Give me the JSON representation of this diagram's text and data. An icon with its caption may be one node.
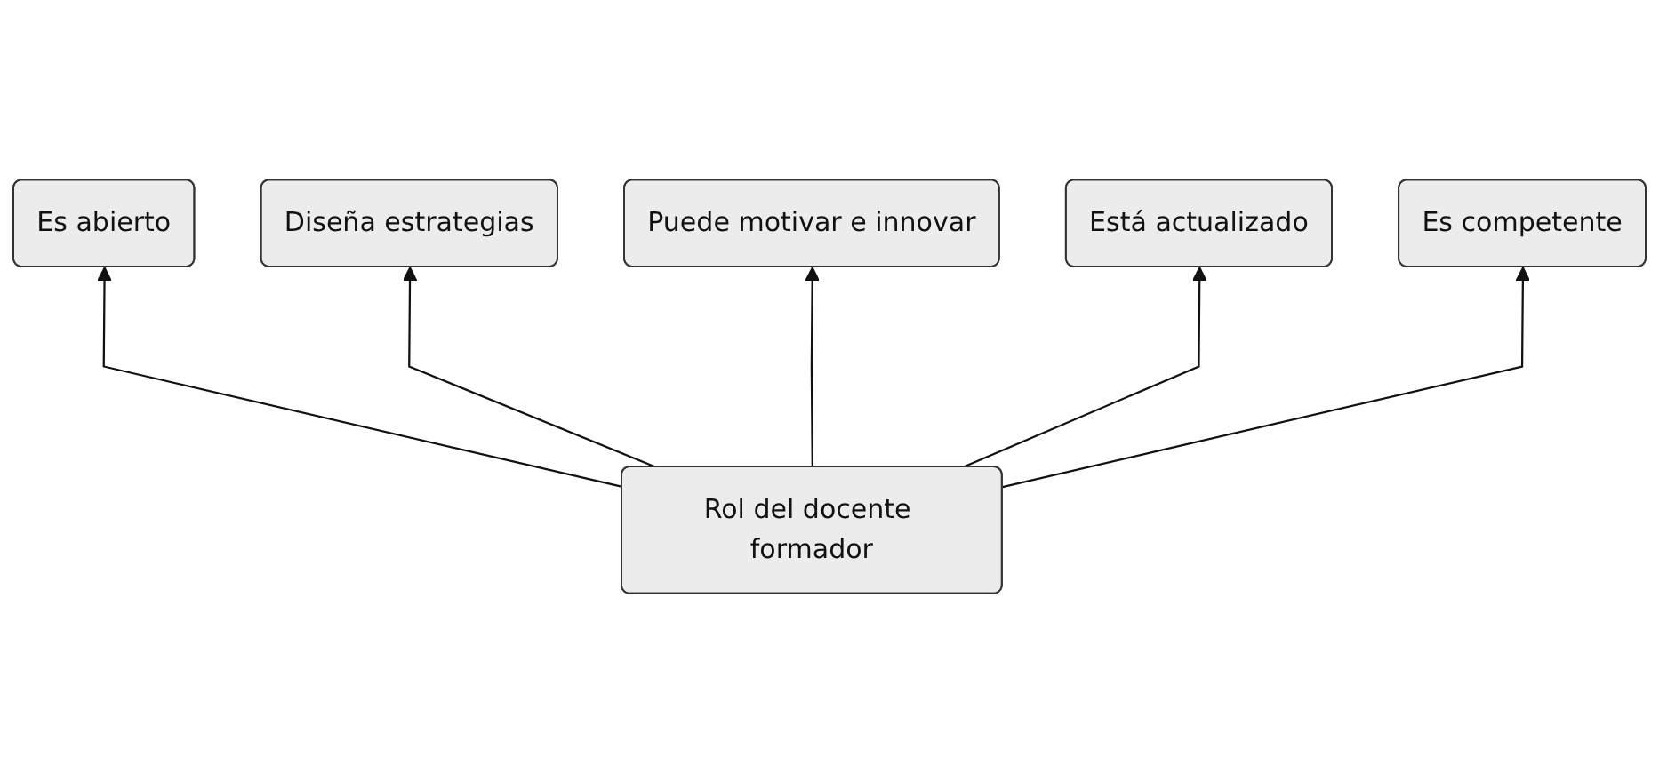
{
  "diagram": {
    "nodes": [
      {
        "text": [
          "Puede motivar e innovar"
        ]
      },
      {
        "text": [
          "Diseña estrategias"
        ]
      },
      {
        "text": [
          "Está actualizado"
        ]
      },
      {
        "text": [
          "Es abierto"
        ]
      },
      {
        "text": [
          "Es competente"
        ]
      },
      {
        "text": [
          "Rol del docente formador"
        ]
      }
    ],
    "edges": [
      {
        "from": 5,
        "to": 3,
        "arrow": "to"
      },
      {
        "from": 5,
        "to": 1,
        "arrow": "to"
      },
      {
        "from": 5,
        "to": 0,
        "arrow": "to"
      },
      {
        "from": 5,
        "to": 2,
        "arrow": "to"
      },
      {
        "from": 5,
        "to": 4,
        "arrow": "to"
      }
    ]
  }
}
